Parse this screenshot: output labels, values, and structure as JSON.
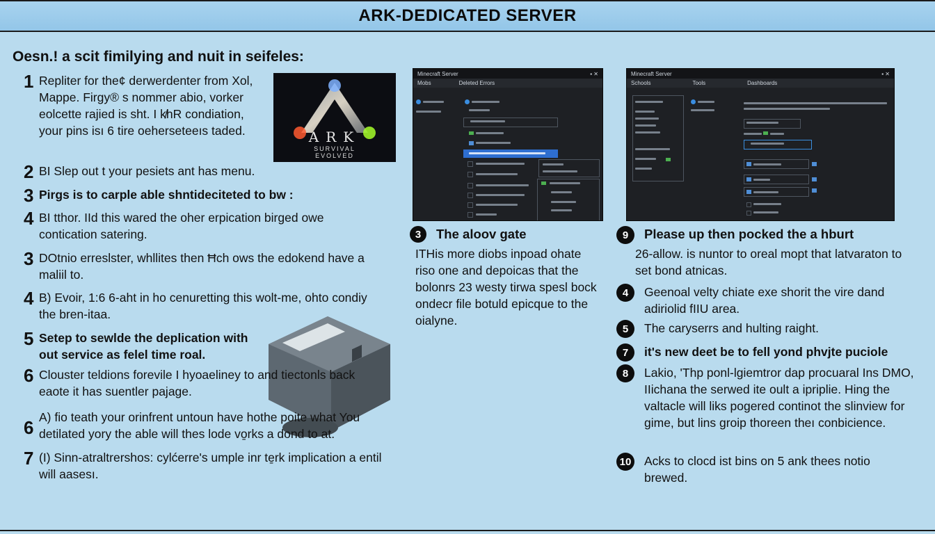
{
  "title": "ARK-DEDICATED SERVER",
  "intro": "Oesn.! a scit fimilying and nuit in seifeles:",
  "logo": {
    "main": "ARK",
    "sub1": "SURVIVAL",
    "sub2": "EVOLVED"
  },
  "left_steps": [
    {
      "num": "1",
      "text": "Repliter for the¢ derwerdenter from Xol, Mappe. Firgy® s nommer abio, vorker eolcette rajied is sht. I k̸hR condiation, your pins isı 6 tire oeherseteeıs taded."
    },
    {
      "num": "2",
      "text": "BI Slep out t your pesiets ant has menu."
    },
    {
      "num": "3",
      "text": "Pirgs is to carple able shntideciteted to bw :"
    },
    {
      "num": "4",
      "text": "BI tthor. IId this wared the oher erpication birged owe contication satering."
    },
    {
      "num": "3",
      "text": "DOtnio erreslster, whllites then Ħch ows the edokend have a maliil to."
    },
    {
      "num": "4",
      "text": "B) Evoir, 1:6 6-aht in ho cenuretting this wolt-me, ohto condiy the bren-itaa."
    },
    {
      "num": "5",
      "text": "Setep to sewlde the deplication with out service as felel time roal."
    },
    {
      "num": "6",
      "text": "Clouster teldions forevile I hyoaeliney to and tiectonls back eaote it has suentler pajage."
    },
    {
      "num": "6",
      "text": "A) fio teath your orinfrent untoun have hothe poite what You detilated yory the able will thes lode vo̱rks a dond to at."
    },
    {
      "num": "7",
      "text": "(I) Sinn-atraltrershos: cylćerre's umple inr te̱rk implication a entil will aasesı."
    }
  ],
  "mid_step": {
    "num": "3",
    "heading": "The aloov gate",
    "text": "ITHis more diobs inpoad ohate riso one and depoicas that the bolonrs 23 westy tirwa spesl bock ondecr file botuld epicque to the oialyne."
  },
  "right_steps": [
    {
      "num": "9",
      "heading": "Please up then pocked the a hburt",
      "text": "26-allow. is nuntor to oreal mopt that latvaraton to set bond atnicas."
    },
    {
      "num": "4",
      "text": "Geenoal velty chiate exe shorit the vire dand adiriolid fIIU area."
    },
    {
      "num": "5",
      "text": "The caryserrs and hulting raight."
    },
    {
      "num": "7",
      "heading": "it's new deet be to fell yond phvjte puciole"
    },
    {
      "num": "8",
      "text": "Lakio, 'Thp ponl-lgiemtror dap procuaral Ins DMO, IIichana the serwed ite oult a ipriplie. Hing the valtacle will liks pogered continot the slinview for gime, but lins groip thoreen theı conbicience."
    },
    {
      "num": "10",
      "text": "Acks to clocd ist bins on 5 ank thees notio brewed."
    }
  ],
  "shot1": {
    "title": "Minecraft Server",
    "menu": [
      "Mobs",
      "Deleted Errors"
    ]
  },
  "shot2": {
    "title": "Minecraft Server",
    "menu": [
      "Schools",
      "Tools",
      "Dashboards"
    ]
  }
}
